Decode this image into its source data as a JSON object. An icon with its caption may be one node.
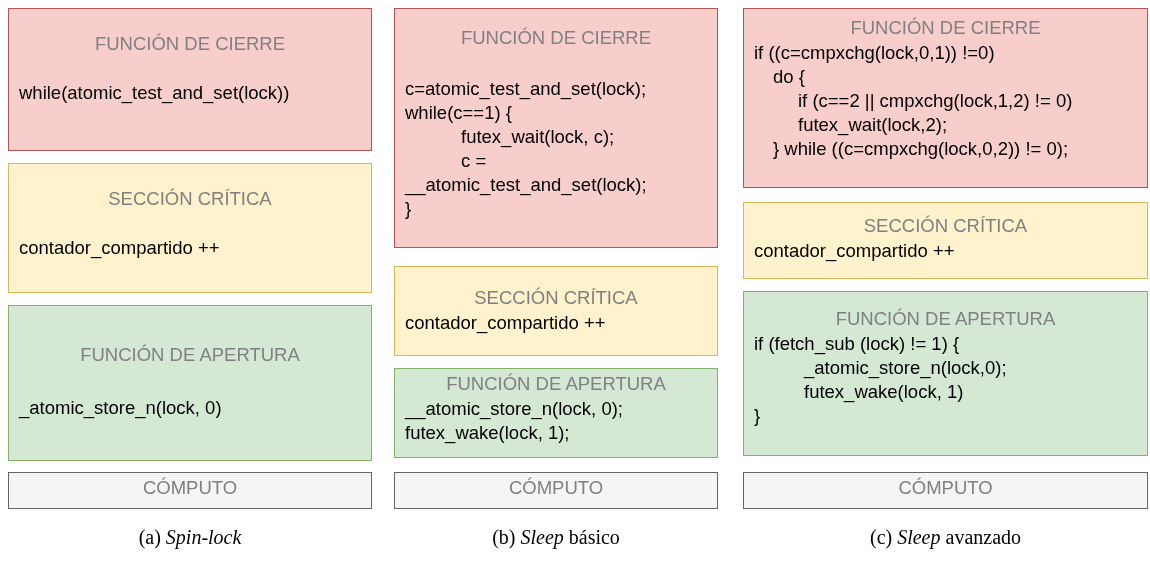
{
  "diagram": {
    "nodes": [
      {
        "text": [
          "FUNCIÓN DE CIERRE",
          "while(atomic_test_and_set(lock))"
        ]
      },
      {
        "text": [
          "SECCIÓN CRÍTICA",
          "contador_compartido ++"
        ]
      },
      {
        "text": [
          "FUNCIÓN DE APERTURA",
          "_atomic_store_n(lock, 0)"
        ]
      },
      {
        "text": [
          "CÓMPUTO"
        ]
      },
      {
        "text": [
          "FUNCIÓN DE CIERRE",
          "c=atomic_test_and_set(lock);",
          "while(c==1) {",
          "futex_wait(lock, c);",
          "c =",
          "__atomic_test_and_set(lock);",
          "}"
        ]
      },
      {
        "text": [
          "SECCIÓN CRÍTICA",
          "contador_compartido ++"
        ]
      },
      {
        "text": [
          "FUNCIÓN DE APERTURA",
          "__atomic_store_n(lock, 0);",
          "futex_wake(lock, 1);"
        ]
      },
      {
        "text": [
          "CÓMPUTO"
        ]
      },
      {
        "text": [
          "FUNCIÓN DE CIERRE",
          "if ((c=cmpxchg(lock,0,1)) !=0)",
          "do {",
          "if (c==2 || cmpxchg(lock,1,2) != 0)",
          "futex_wait(lock,2);",
          "} while ((c=cmpxchg(lock,0,2)) != 0);"
        ]
      },
      {
        "text": [
          "SECCIÓN CRÍTICA",
          "contador_compartido ++"
        ]
      },
      {
        "text": [
          "FUNCIÓN DE APERTURA",
          "if (fetch_sub (lock) != 1) {",
          "_atomic_store_n(lock,0);",
          "futex_wake(lock, 1)",
          "}"
        ]
      },
      {
        "text": [
          "CÓMPUTO"
        ]
      }
    ],
    "labels": [
      "(a) *Spin-lock*",
      "(b) *Sleep* básico",
      "(c) *Sleep* avanzado"
    ]
  }
}
